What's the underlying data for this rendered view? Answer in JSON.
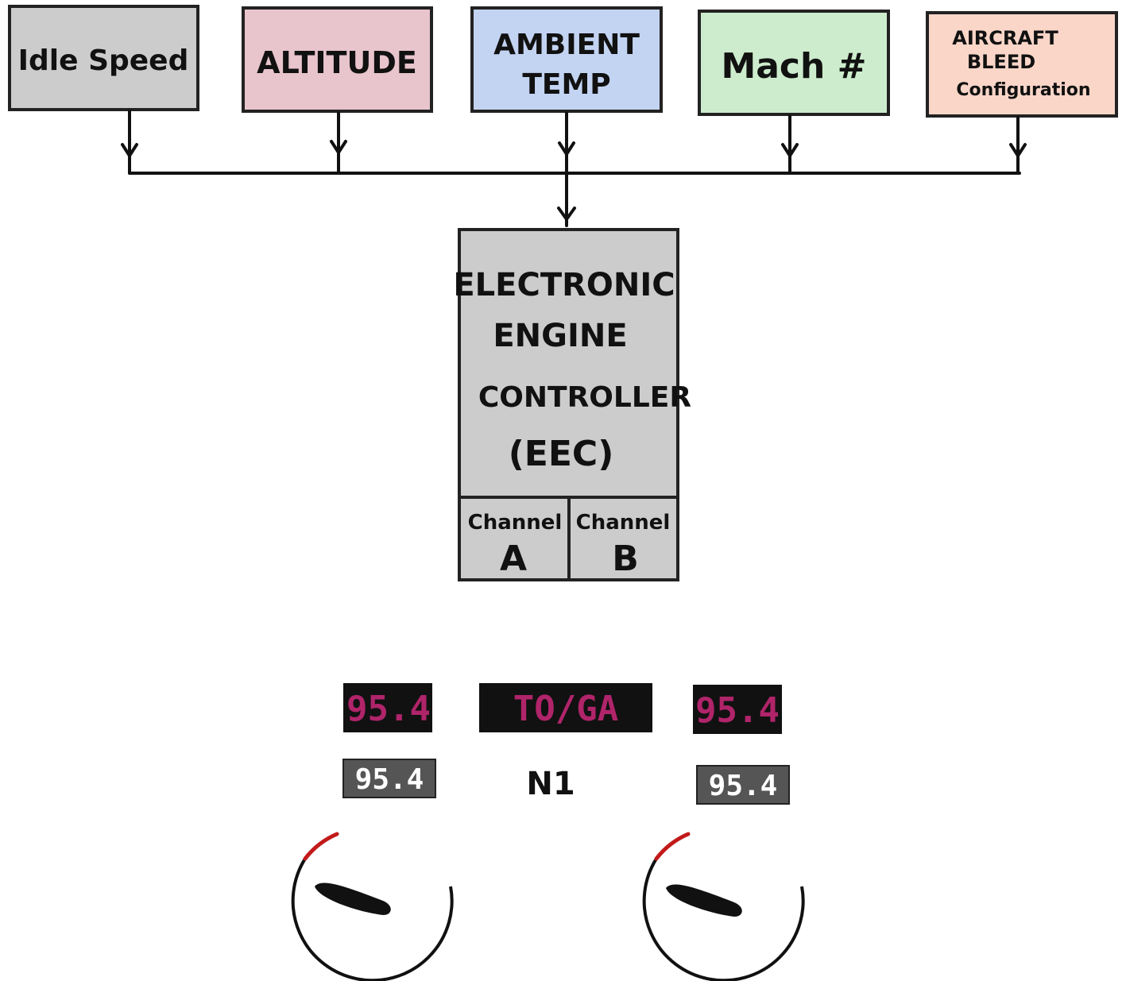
{
  "inputs": [
    {
      "lines": [
        "Idle Speed"
      ],
      "color": "#cccccc"
    },
    {
      "lines": [
        "ALTITUDE"
      ],
      "color": "#e8c4cc"
    },
    {
      "lines": [
        "AMBIENT",
        "TEMP"
      ],
      "color": "#c3d3f2"
    },
    {
      "lines": [
        "Mach #"
      ],
      "color": "#cdeccd"
    },
    {
      "lines": [
        "AIRCRAFT",
        "BLEED",
        "Configuration"
      ],
      "color": "#f9d6c8"
    }
  ],
  "eec": {
    "lines": [
      "ELECTRONIC",
      "ENGINE",
      "CONTROLLER",
      "(EEC)"
    ],
    "color": "#cccccc",
    "channel_a": {
      "label": "Channel",
      "letter": "A"
    },
    "channel_b": {
      "label": "Channel",
      "letter": "B"
    }
  },
  "display": {
    "target_left": "95.4",
    "mode": "TO/GA",
    "target_right": "95.4",
    "actual_left": "95.4",
    "parameter": "N1",
    "actual_right": "95.4",
    "target_color": "#b0246a",
    "target_bg": "#111111",
    "actual_bg": "#555555",
    "redline_color": "#c21a1a"
  }
}
